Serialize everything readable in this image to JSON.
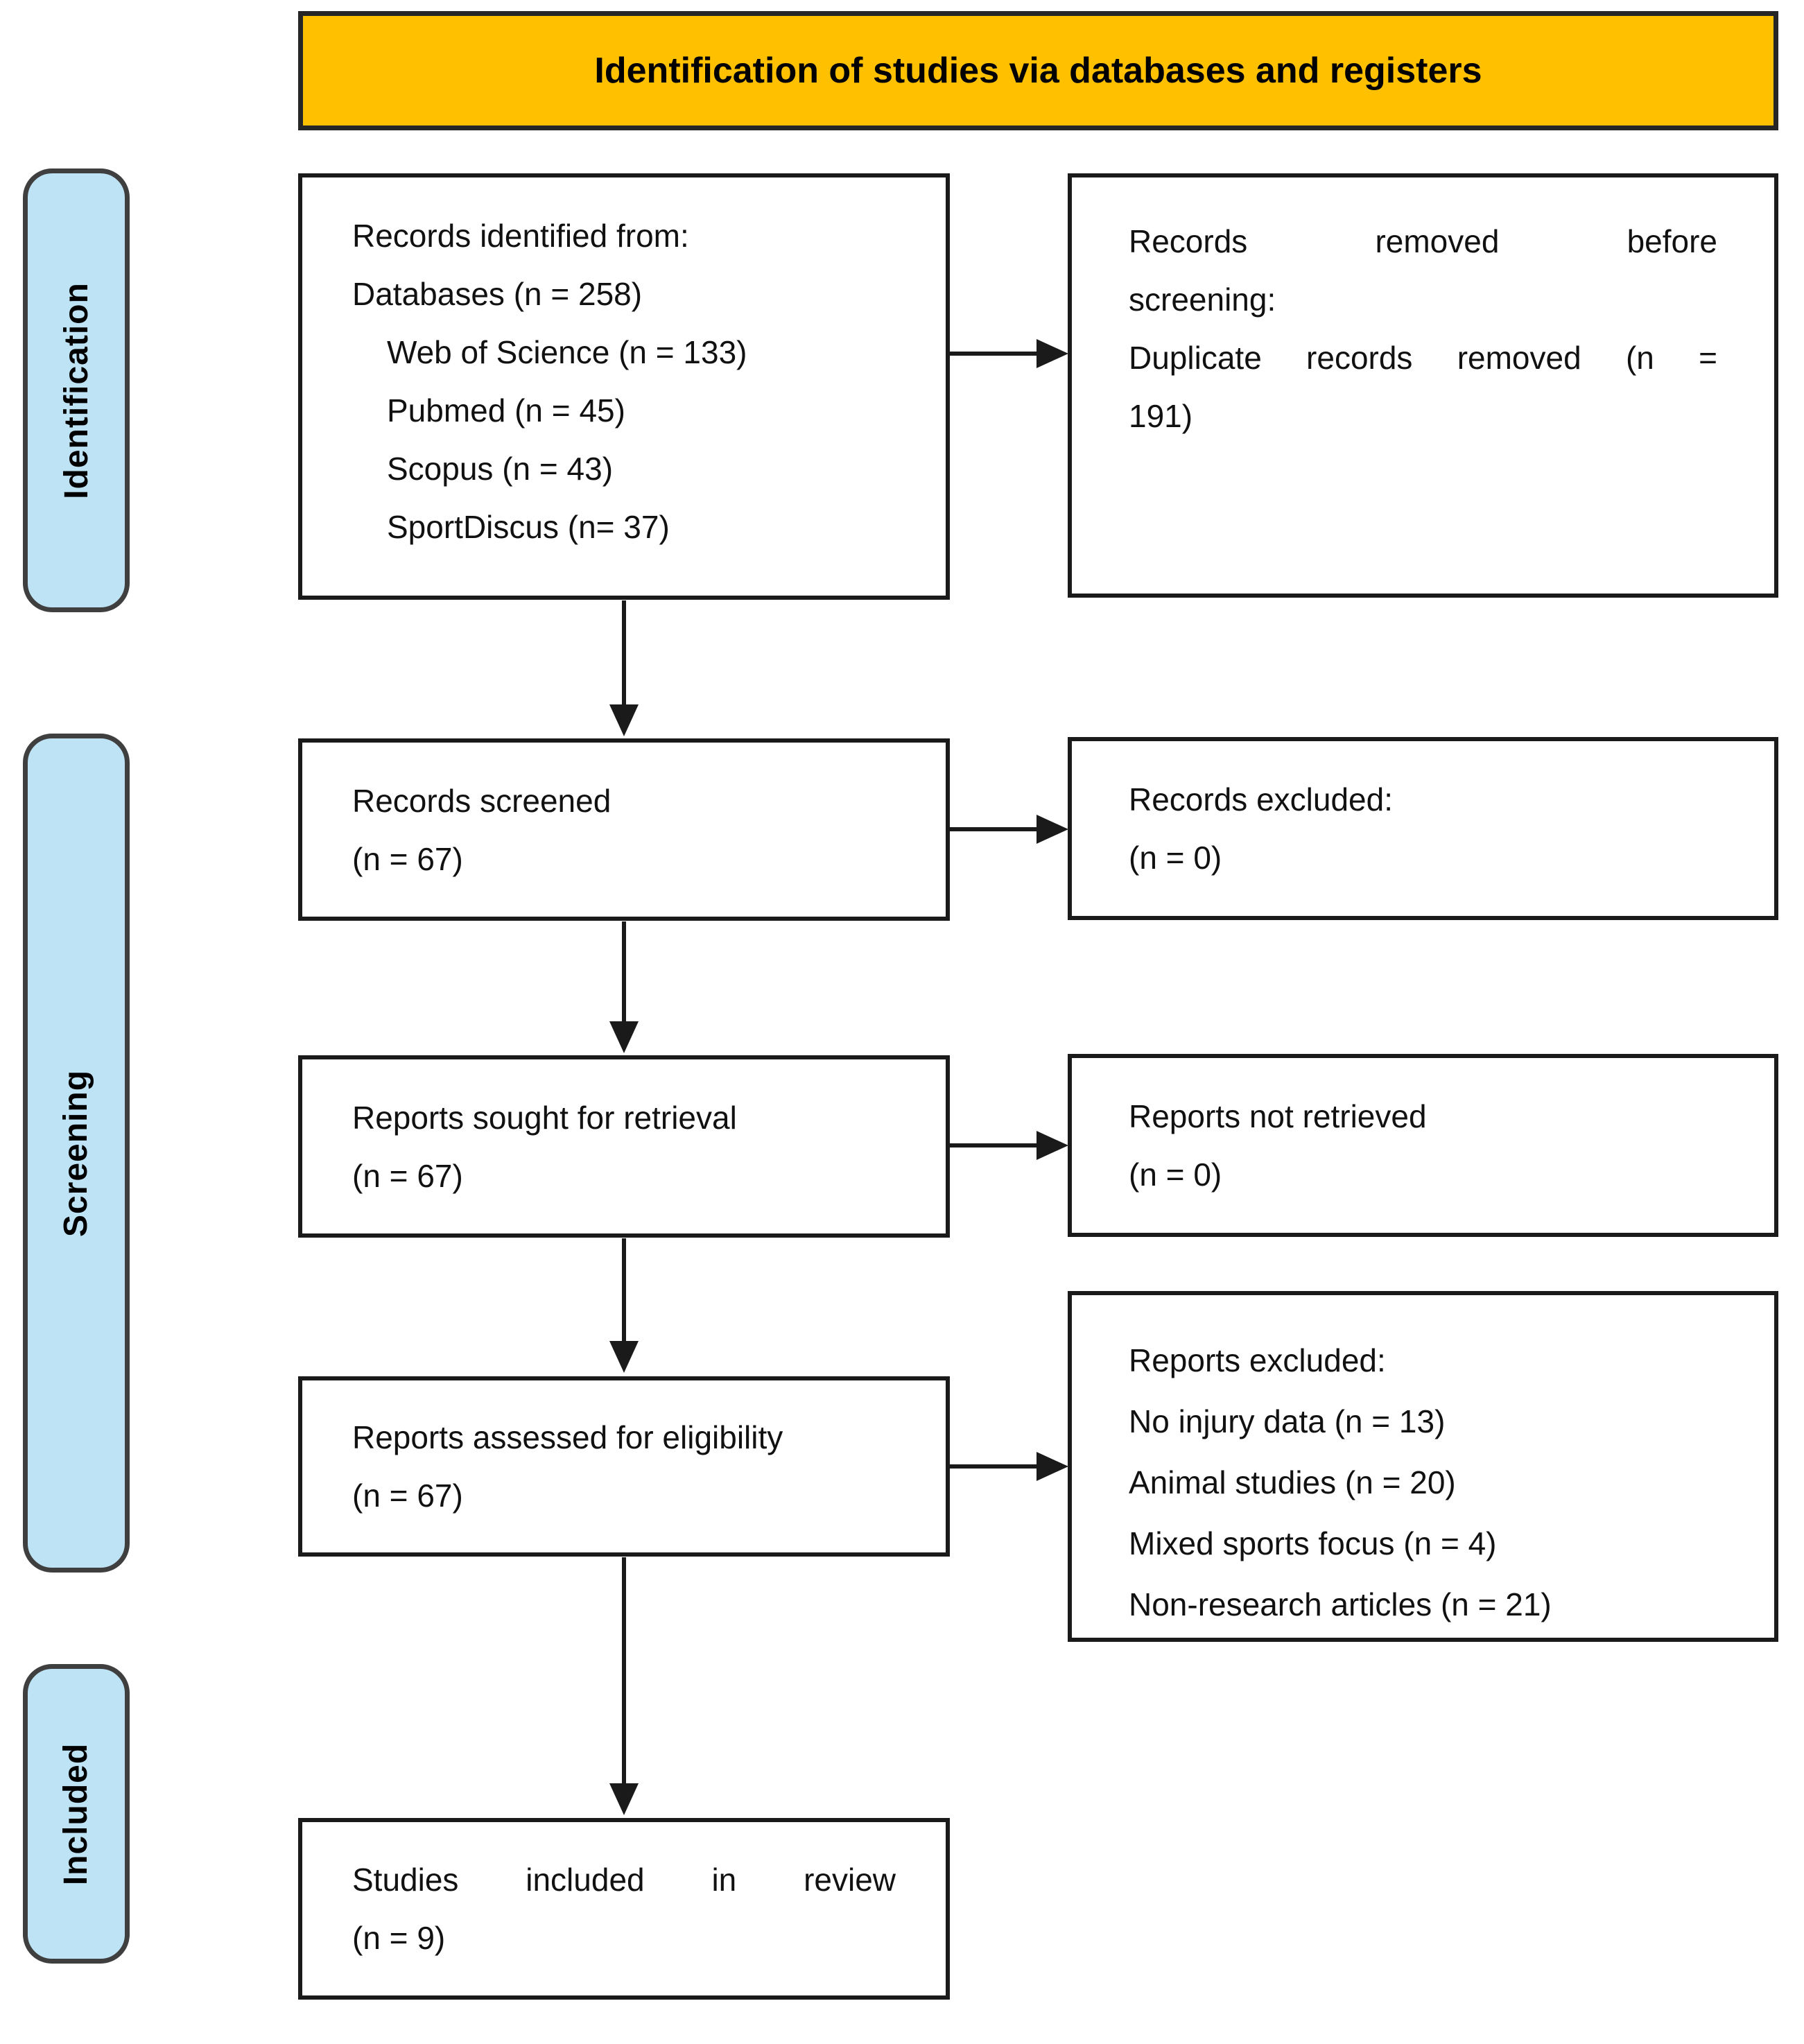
{
  "banner": {
    "title": "Identification of studies via databases and registers"
  },
  "stage_labels": {
    "identification": "Identification",
    "screening": "Screening",
    "included": "Included"
  },
  "flow_boxes": {
    "records_identified": {
      "lines": [
        "Records identified from:",
        "Databases (n = 258)",
        "Web of Science (n = 133)",
        "Pubmed (n = 45)",
        "Scopus (n = 43)",
        "SportDiscus (n= 37)"
      ]
    },
    "records_removed": {
      "lines": [
        "Records removed before",
        "screening:",
        "Duplicate records removed (n =",
        "191)"
      ]
    },
    "records_screened": {
      "lines": [
        "Records screened",
        "(n = 67)"
      ]
    },
    "records_excluded": {
      "lines": [
        "Records excluded:",
        "(n = 0)"
      ]
    },
    "reports_sought": {
      "lines": [
        "Reports sought for retrieval",
        "(n = 67)"
      ]
    },
    "reports_not_retrieved": {
      "lines": [
        "Reports not retrieved",
        "(n = 0)"
      ]
    },
    "reports_assessed": {
      "lines": [
        "Reports assessed for eligibility",
        "(n = 67)"
      ]
    },
    "reports_excluded": {
      "lines": [
        "Reports excluded:",
        "No injury data (n = 13)",
        "Animal studies (n = 20)",
        "Mixed sports focus (n = 4)",
        "Non-research articles (n = 21)"
      ]
    },
    "studies_included": {
      "lines": [
        "Studies included in review",
        "(n = 9)"
      ]
    }
  },
  "colors": {
    "banner_bg": "#FFC000",
    "stage_bg": "#BDE3F5",
    "box_border": "#1A1A1A",
    "arrow": "#1A1A1A"
  }
}
